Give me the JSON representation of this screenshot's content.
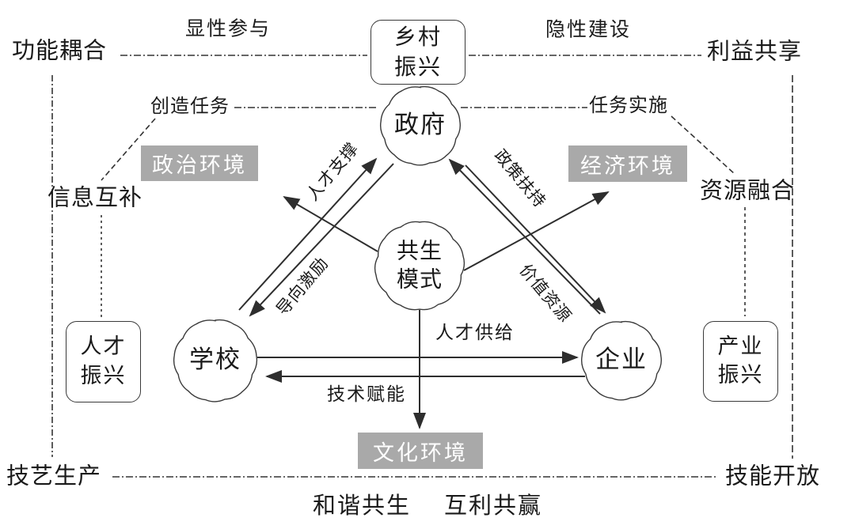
{
  "diagram": {
    "corner_labels": {
      "top_left": "功能耦合",
      "top_right": "利益共享",
      "bottom_left": "技艺生产",
      "bottom_right": "技能开放"
    },
    "side_labels": {
      "left": "信息互补",
      "right": "资源融合"
    },
    "edge_labels": {
      "top_left": "显性参与",
      "top_right": "隐性建设",
      "gov_left": "创造任务",
      "gov_right": "任务实施"
    },
    "nodes": {
      "rural": {
        "line1": "乡村",
        "line2": "振兴"
      },
      "government": "政府",
      "symbiosis": {
        "line1": "共生",
        "line2": "模式"
      },
      "school": "学校",
      "enterprise": "企业",
      "talent": {
        "line1": "人才",
        "line2": "振兴"
      },
      "industry": {
        "line1": "产业",
        "line2": "振兴"
      }
    },
    "env_boxes": {
      "political": "政治环境",
      "economic": "经济环境",
      "cultural": "文化环境"
    },
    "arrow_labels": {
      "talent_support": "人才支撑",
      "policy_support": "政策扶持",
      "guide_incentive": "导向激励",
      "value_resource": "价值资源",
      "talent_supply": "人才供给",
      "tech_empower": "技术赋能"
    },
    "footer": {
      "left": "和谐共生",
      "right": "互利共赢"
    },
    "colors": {
      "background": "#ffffff",
      "line": "#2e2e2e",
      "text": "#1a1a1a",
      "env_box_bg": "#a9a9a9",
      "env_box_text": "#ffffff"
    }
  }
}
